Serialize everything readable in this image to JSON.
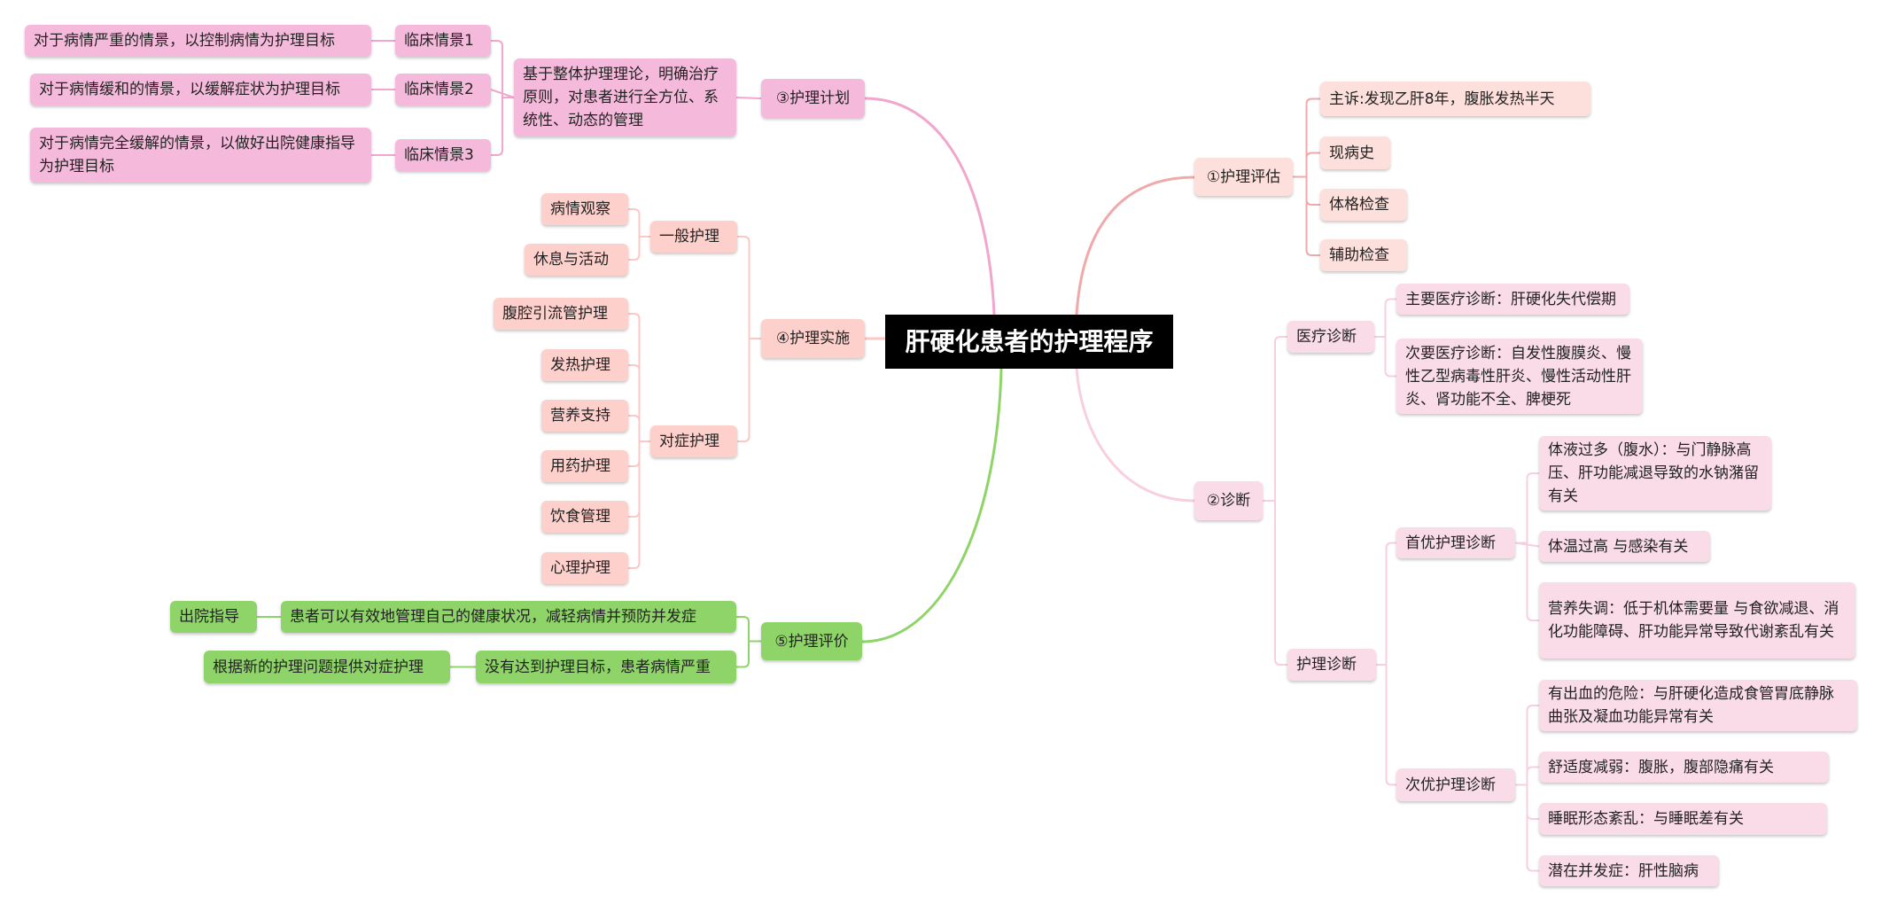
{
  "root": {
    "title": "肝硬化患者的护理程序"
  },
  "colors": {
    "plan": "#f5badb",
    "implementation": "#fdd0cc",
    "evaluation": "#8fd468",
    "assessment": "#fde0dc",
    "diagnosis": "#fadbe8"
  },
  "plan": {
    "label": "③护理计划",
    "principle": "基于整体护理理论，明确治疗原则，对患者进行全方位、系统性、动态的管理",
    "scenarios": [
      {
        "label": "临床情景1",
        "goal": "对于病情严重的情景，以控制病情为护理目标"
      },
      {
        "label": "临床情景2",
        "goal": "对于病情缓和的情景，以缓解症状为护理目标"
      },
      {
        "label": "临床情景3",
        "goal": "对于病情完全缓解的情景，以做好出院健康指导为护理目标"
      }
    ]
  },
  "implementation": {
    "label": "④护理实施",
    "general": {
      "label": "一般护理",
      "items": [
        "病情观察",
        "休息与活动"
      ]
    },
    "symptomatic": {
      "label": "对症护理",
      "items": [
        "腹腔引流管护理",
        "发热护理",
        "营养支持",
        "用药护理",
        "饮食管理",
        "心理护理"
      ]
    }
  },
  "evaluation": {
    "label": "⑤护理评价",
    "outcomes": [
      {
        "result": "患者可以有效地管理自己的健康状况，减轻病情并预防并发症",
        "action": "出院指导"
      },
      {
        "result": "没有达到护理目标，患者病情严重",
        "action": "根据新的护理问题提供对症护理"
      }
    ]
  },
  "assessment": {
    "label": "①护理评估",
    "items": [
      "主诉:发现乙肝8年，腹胀发热半天",
      "现病史",
      "体格检查",
      "辅助检查"
    ]
  },
  "diagnosis": {
    "label": "②诊断",
    "medical": {
      "label": "医疗诊断",
      "items": [
        "主要医疗诊断：肝硬化失代偿期",
        "次要医疗诊断：自发性腹膜炎、慢性乙型病毒性肝炎、慢性活动性肝炎、肾功能不全、脾梗死"
      ]
    },
    "nursing": {
      "label": "护理诊断",
      "primary": {
        "label": "首优护理诊断",
        "items": [
          "体液过多（腹水）：与门静脉高压、肝功能减退导致的水钠潴留有关",
          "体温过高 与感染有关",
          "营养失调：低于机体需要量 与食欲减退、消化功能障碍、肝功能异常导致代谢紊乱有关"
        ]
      },
      "secondary": {
        "label": "次优护理诊断",
        "items": [
          "有出血的危险：与肝硬化造成食管胃底静脉曲张及凝血功能异常有关",
          "舒适度减弱：腹胀，腹部隐痛有关",
          "睡眠形态紊乱：与睡眠差有关",
          "潜在并发症：肝性脑病"
        ]
      }
    }
  }
}
